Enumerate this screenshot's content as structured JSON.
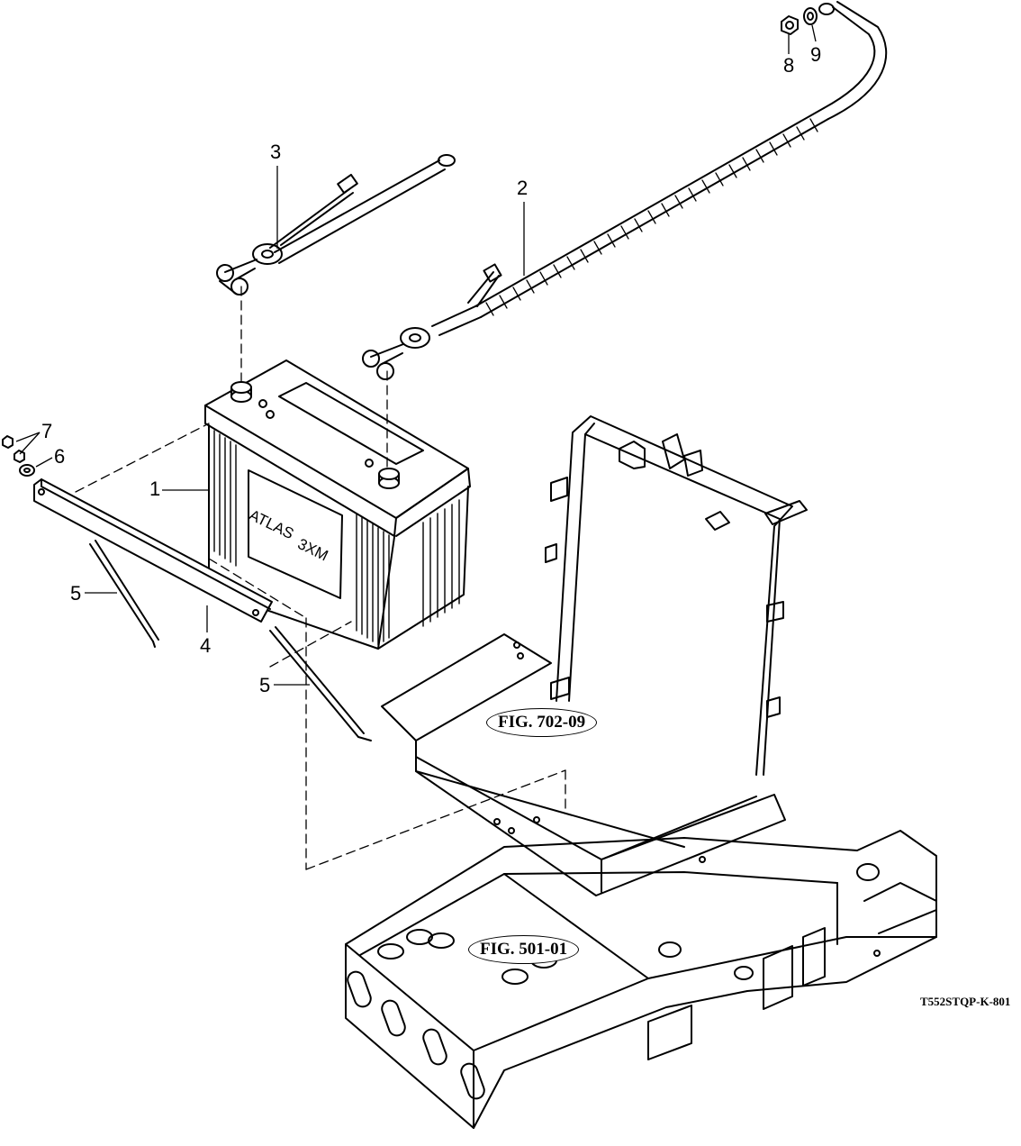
{
  "callouts": {
    "c1": "1",
    "c2": "2",
    "c3": "3",
    "c4": "4",
    "c5a": "5",
    "c5b": "5",
    "c6": "6",
    "c7": "7",
    "c8": "8",
    "c9": "9"
  },
  "battery": {
    "brand": "ATLAS",
    "model": "3XM"
  },
  "figure_refs": {
    "ref1": "FIG. 702-09",
    "ref2": "FIG. 501-01"
  },
  "drawing_code": "T552STQP-K-801",
  "colors": {
    "line": "#000000",
    "background": "#ffffff"
  }
}
